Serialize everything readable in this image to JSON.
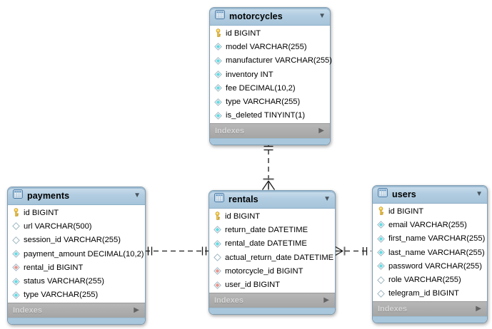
{
  "diagram": {
    "indexes_label": "Indexes",
    "colors": {
      "table_header_blue": "#aecbe0",
      "indexes_bar_gray": "#ababab",
      "primary_key_yellow": "#ffd34f",
      "not_null_diamond_cyan": "#62dbe4",
      "foreign_key_diamond_red": "#e8948c",
      "nullable_diamond_white": "#ffffff",
      "connector_black": "#1a1a1a"
    },
    "tables": [
      {
        "name": "motorcycles",
        "columns": [
          {
            "text": "id BIGINT",
            "icon": "primary-key"
          },
          {
            "text": "model VARCHAR(255)",
            "icon": "not-null"
          },
          {
            "text": "manufacturer VARCHAR(255)",
            "icon": "not-null"
          },
          {
            "text": "inventory INT",
            "icon": "not-null"
          },
          {
            "text": "fee DECIMAL(10,2)",
            "icon": "not-null"
          },
          {
            "text": "type VARCHAR(255)",
            "icon": "not-null"
          },
          {
            "text": "is_deleted TINYINT(1)",
            "icon": "not-null"
          }
        ]
      },
      {
        "name": "payments",
        "columns": [
          {
            "text": "id BIGINT",
            "icon": "primary-key"
          },
          {
            "text": "url VARCHAR(500)",
            "icon": "nullable"
          },
          {
            "text": "session_id VARCHAR(255)",
            "icon": "nullable"
          },
          {
            "text": "payment_amount DECIMAL(10,2)",
            "icon": "not-null"
          },
          {
            "text": "rental_id BIGINT",
            "icon": "foreign-key"
          },
          {
            "text": "status VARCHAR(255)",
            "icon": "not-null"
          },
          {
            "text": "type VARCHAR(255)",
            "icon": "not-null"
          }
        ]
      },
      {
        "name": "rentals",
        "columns": [
          {
            "text": "id BIGINT",
            "icon": "primary-key"
          },
          {
            "text": "return_date DATETIME",
            "icon": "not-null"
          },
          {
            "text": "rental_date DATETIME",
            "icon": "not-null"
          },
          {
            "text": "actual_return_date DATETIME",
            "icon": "nullable"
          },
          {
            "text": "motorcycle_id BIGINT",
            "icon": "foreign-key"
          },
          {
            "text": "user_id BIGINT",
            "icon": "foreign-key"
          }
        ]
      },
      {
        "name": "users",
        "columns": [
          {
            "text": "id BIGINT",
            "icon": "primary-key"
          },
          {
            "text": "email VARCHAR(255)",
            "icon": "not-null"
          },
          {
            "text": "first_name VARCHAR(255)",
            "icon": "not-null"
          },
          {
            "text": "last_name VARCHAR(255)",
            "icon": "not-null"
          },
          {
            "text": "password VARCHAR(255)",
            "icon": "not-null"
          },
          {
            "text": "role VARCHAR(255)",
            "icon": "nullable"
          },
          {
            "text": "telegram_id BIGINT",
            "icon": "nullable"
          }
        ]
      }
    ],
    "relationships": [
      {
        "from": "motorcycles",
        "to": "rentals",
        "from_cardinality": "exactly-one",
        "to_cardinality": "many",
        "line": "dashed"
      },
      {
        "from": "payments",
        "to": "rentals",
        "from_cardinality": "exactly-one",
        "to_cardinality": "exactly-one",
        "line": "dashed"
      },
      {
        "from": "rentals",
        "to": "users",
        "from_cardinality": "many",
        "to_cardinality": "exactly-one",
        "line": "dashed"
      }
    ]
  }
}
